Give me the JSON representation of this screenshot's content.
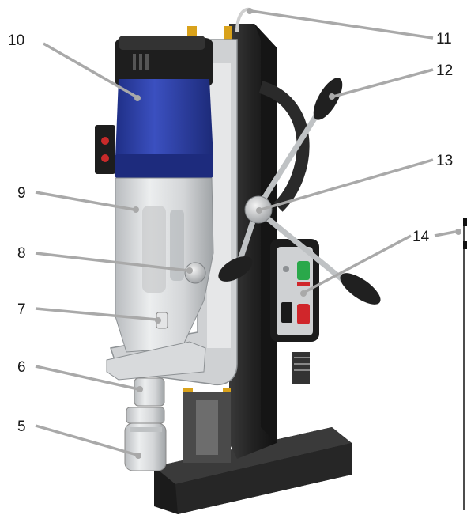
{
  "callouts": [
    {
      "id": "callout-10",
      "label": "10"
    },
    {
      "id": "callout-9",
      "label": "9"
    },
    {
      "id": "callout-8",
      "label": "8"
    },
    {
      "id": "callout-7",
      "label": "7"
    },
    {
      "id": "callout-6",
      "label": "6"
    },
    {
      "id": "callout-5",
      "label": "5"
    },
    {
      "id": "callout-11",
      "label": "11"
    },
    {
      "id": "callout-12",
      "label": "12"
    },
    {
      "id": "callout-13",
      "label": "13"
    },
    {
      "id": "callout-14",
      "label": "14"
    }
  ],
  "colors": {
    "motor_blue": "#2c3fa8",
    "body_silver": "#d6d8da",
    "frame_dark": "#262626",
    "accent_yellow": "#d9a21b",
    "switch_green": "#2aa84a",
    "switch_red": "#d0262b",
    "leader_gray": "#a9a9a9"
  }
}
